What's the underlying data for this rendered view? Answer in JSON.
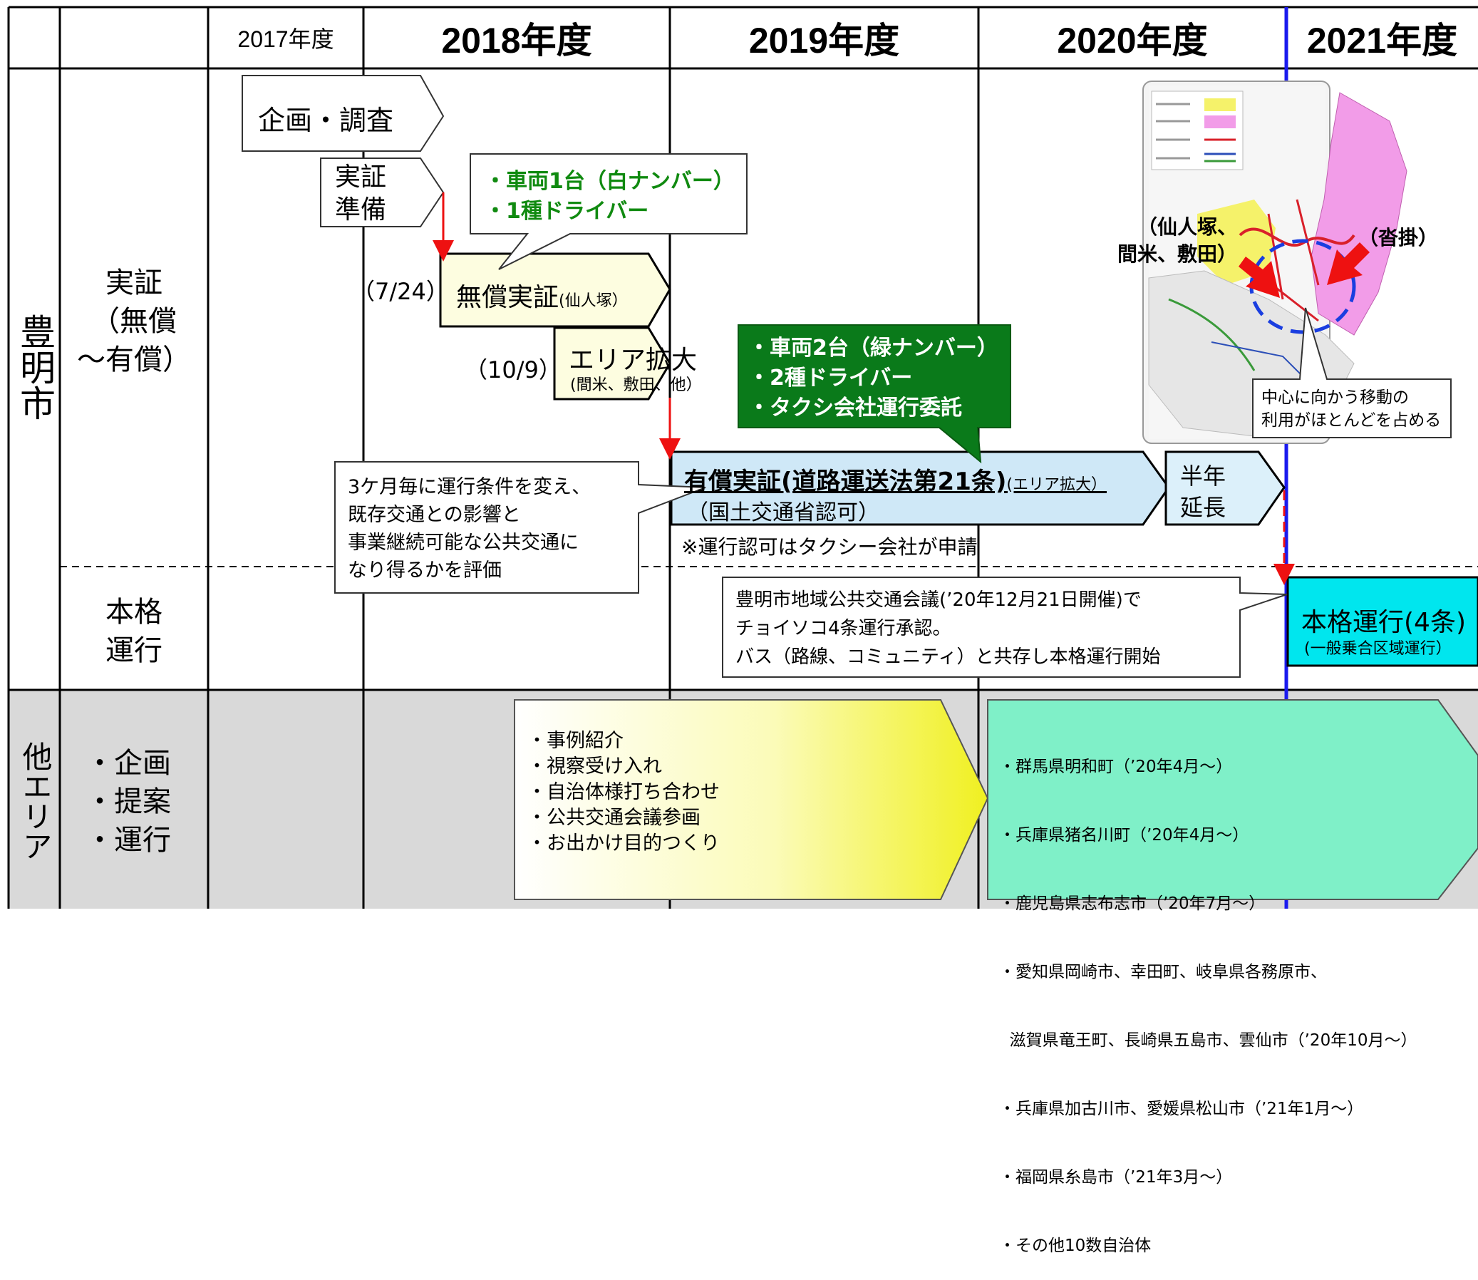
{
  "header": {
    "y2017": "2017年度",
    "y2018": "2018年度",
    "y2019": "2019年度",
    "y2020": "2020年度",
    "y2021": "2021年度"
  },
  "side": {
    "toyoake": "豊明市",
    "other": "他エリア"
  },
  "rows": {
    "jissho": [
      "実証",
      "（無償",
      "～有償）"
    ],
    "honkaku": [
      "本格",
      "運行"
    ],
    "other": [
      "・企画",
      "・提案",
      "・運行"
    ]
  },
  "phases": {
    "kikaku": "企画・調査",
    "junbi": [
      "実証",
      "準備"
    ],
    "musho": "無償実証",
    "musho_sub": "(仙人塚）",
    "musho_date": "（7/24）",
    "area": "エリア拡大",
    "area_sub": "(間米、敷田、他）",
    "area_date": "（10/9）",
    "yusho": "有償実証(道路運送法第21条)",
    "yusho_sub": "(エリア拡大）",
    "yusho_line2": "（国土交通省認可）",
    "yusho_note": "※運行認可はタクシー会社が申請",
    "hantoshi": [
      "半年",
      "延長"
    ],
    "honkaku": "本格運行(4条)",
    "honkaku_sub": "(一般乗合区域運行）"
  },
  "callouts": {
    "vehicle1": [
      "・車両1台（白ナンバー）",
      "・1種ドライバー"
    ],
    "vehicle2": [
      "・車両2台（緑ナンバー）",
      "・2種ドライバー",
      "・タクシ会社運行委託"
    ],
    "eval": [
      "3ケ月毎に運行条件を変え、",
      "既存交通との影響と",
      "事業継続可能な公共交通に",
      "なり得るかを評価"
    ],
    "council": [
      "豊明市地域公共交通会議(’20年12月21日開催)で",
      "チョイソコ4条運行承認。",
      "バス（路線、コミュニティ）と共存し本格運行開始"
    ],
    "map_note": [
      "中心に向かう移動の",
      "利用がほとんどを占める"
    ]
  },
  "map": {
    "label_left": [
      "（仙人塚、",
      "間米、敷田）"
    ],
    "label_right": "（沓掛）",
    "legend_colors": [
      "#f5f26a",
      "#f29ce8",
      "#d9202a",
      "#2c4fb8",
      "#3a9a3a"
    ]
  },
  "other_area": {
    "activities": [
      "・事例紹介",
      "・視察受け入れ",
      "・自治体様打ち合わせ",
      "・公共交通会議参画",
      "・お出かけ目的つくり"
    ],
    "deployments": [
      "・群馬県明和町（’20年4月～）",
      "・兵庫県猪名川町（’20年4月～）",
      "・鹿児島県志布志市（’20年7月～）",
      "・愛知県岡崎市、幸田町、岐阜県各務原市、",
      "  滋賀県竜王町、長崎県五島市、雲仙市（’20年10月～）",
      "・兵庫県加古川市、愛媛県松山市（’21年1月～）",
      "・福岡県糸島市（’21年3月～）",
      "・その他10数自治体"
    ]
  },
  "colors": {
    "grid": "#000000",
    "other_bg": "#d9d9d9",
    "musho_fill": "#fdfde0",
    "yusho_fill": "#cfe8f7",
    "honkaku_fill": "#00e6ee",
    "vehicle2_fill": "#0a7a1a",
    "vehicle1_text": "#108a10",
    "deploy_fill": "#7ff0c8",
    "current_line": "#1a1aee",
    "arrow_red": "#ee1111"
  }
}
